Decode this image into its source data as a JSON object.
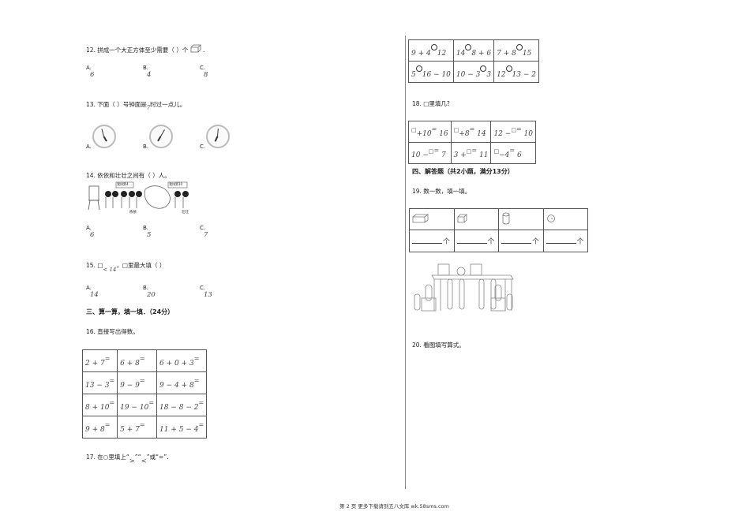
{
  "q12": {
    "text": "12. 拼成一个大正方体至少需要（ ）个",
    "end": ".",
    "options": [
      {
        "label": "A.",
        "value": "6"
      },
      {
        "label": "B.",
        "value": "4"
      },
      {
        "label": "C.",
        "value": "8"
      }
    ]
  },
  "q13": {
    "text": "13. 下面（ ）号钟面是",
    "num": "7",
    "text2": "时过一点儿。",
    "options": [
      {
        "label": "A."
      },
      {
        "label": "B."
      },
      {
        "label": "C."
      }
    ]
  },
  "q14": {
    "text": "14. 依依和壮壮之间有（ ）人。",
    "bubble1": "我排第4",
    "bubble2": "我排第10",
    "name1": "依依",
    "name2": "壮壮",
    "options": [
      {
        "label": "A.",
        "value": "6"
      },
      {
        "label": "B.",
        "value": "5"
      },
      {
        "label": "C.",
        "value": "7"
      }
    ]
  },
  "q15": {
    "box": "□",
    "cond": "< 14",
    "text": "，□里最大填（ ）",
    "options": [
      {
        "label": "A.",
        "value": "14"
      },
      {
        "label": "B.",
        "value": "20"
      },
      {
        "label": "C.",
        "value": "13"
      }
    ]
  },
  "section3": "三、算一算，填一填．（24分）",
  "q16": {
    "text": "16. 直接写出得数。",
    "eq": "=",
    "rows": [
      [
        "2 + 7",
        "6 + 8",
        "6 + 0 + 3"
      ],
      [
        "13 − 3",
        "9 − 9",
        "9 − 4 + 8"
      ],
      [
        "8 + 10",
        "19 − 10",
        "18 − 8 − 2"
      ],
      [
        "9 + 8",
        "5 + 7",
        "11 + 5 − 4"
      ]
    ]
  },
  "q17": {
    "text": "17. 在○里填上“",
    "gt": ">",
    "mid": "”“",
    "lt": "<",
    "end": "”或“=”.",
    "rows": [
      [
        [
          "9 + 4",
          "12"
        ],
        [
          "14",
          "8 + 6"
        ],
        [
          "7 + 8",
          "15"
        ]
      ],
      [
        [
          "5",
          "16 − 10"
        ],
        [
          "10 − 3",
          "3"
        ],
        [
          "12",
          "13 − 2"
        ]
      ]
    ]
  },
  "q18": {
    "text": "18. □里填几?",
    "sq": "□",
    "eq": "=",
    "rows": [
      [
        [
          "",
          "+10",
          "16"
        ],
        [
          "",
          "+8",
          "14"
        ],
        [
          "12 −",
          "",
          "10"
        ]
      ],
      [
        [
          "10 −",
          "",
          "7"
        ],
        [
          "3 +",
          "",
          "11"
        ],
        [
          "",
          "−4",
          "6"
        ]
      ]
    ]
  },
  "section4": "四、解答题（共2小题，满分13分）",
  "q19": {
    "text": "19. 数一数，填一填。",
    "unit": "个"
  },
  "q20": {
    "text": "20. 看图填写算式。"
  },
  "footer": "第 2 页 更多下载请到五八文库 wk.58sms.com"
}
